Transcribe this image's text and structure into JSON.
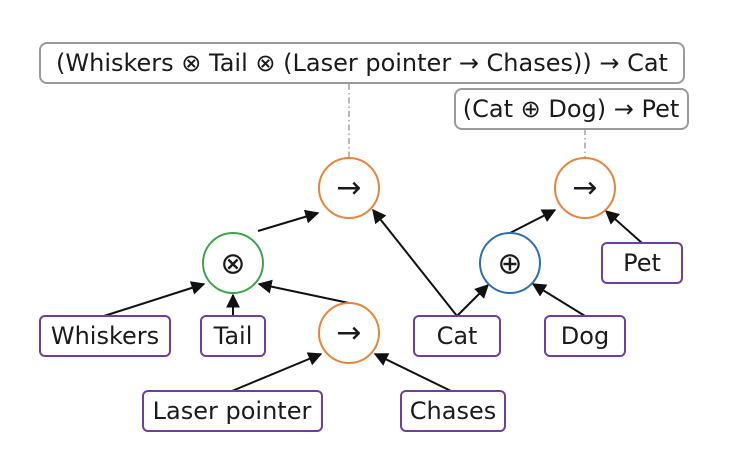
{
  "formulas": {
    "cat_rule": "(Whiskers ⊗ Tail ⊗ (Laser pointer → Chases)) → Cat",
    "pet_rule": "(Cat ⊕ Dog) → Pet"
  },
  "operators": {
    "implies_cat": "→",
    "tensor": "⊗",
    "implies_laser": "→",
    "implies_pet": "→",
    "plus": "⊕"
  },
  "leaves": {
    "whiskers": "Whiskers",
    "tail": "Tail",
    "laser_pointer": "Laser pointer",
    "chases": "Chases",
    "cat": "Cat",
    "dog": "Dog",
    "pet": "Pet"
  },
  "colors": {
    "implies": "#e8833a",
    "tensor": "#3fa34d",
    "plus": "#2f6db5",
    "leaf_border": "#6f3fa0",
    "formula_border": "#9a9a9a",
    "edge": "#111111",
    "dashed": "#9a9a9a"
  }
}
